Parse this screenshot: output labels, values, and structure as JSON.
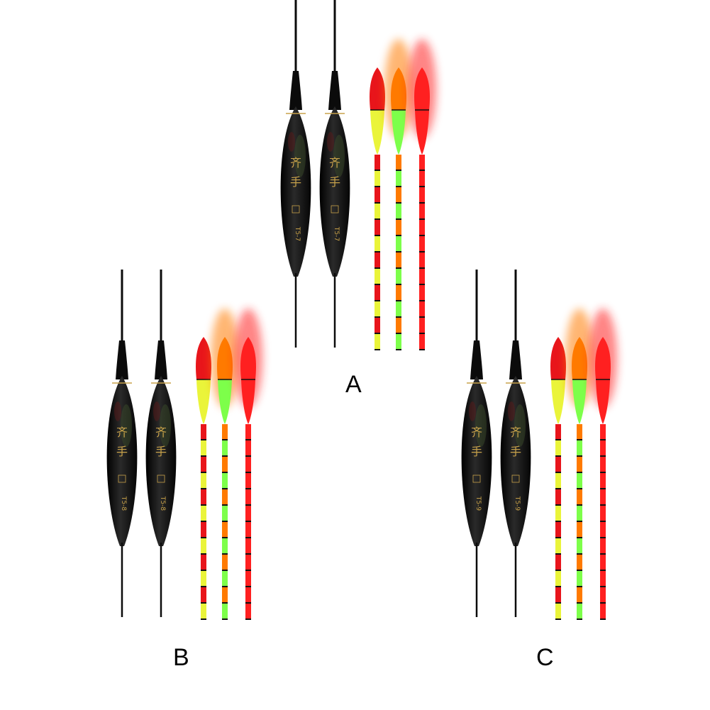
{
  "title": "Fishing float set options",
  "colors": {
    "body_black": "#0b0b0b",
    "gold": "#c8a24a",
    "tip_red": "#e8151b",
    "tip_orange": "#ff7a00",
    "yellow": "#eaf43a",
    "green": "#7dff4a",
    "glow_red": "#ff2020"
  },
  "options": [
    {
      "label": "A",
      "model": "T5-7",
      "brand": "齐手"
    },
    {
      "label": "B",
      "model": "T5-8",
      "brand": "齐手"
    },
    {
      "label": "C",
      "model": "T5-9",
      "brand": "齐手"
    }
  ]
}
